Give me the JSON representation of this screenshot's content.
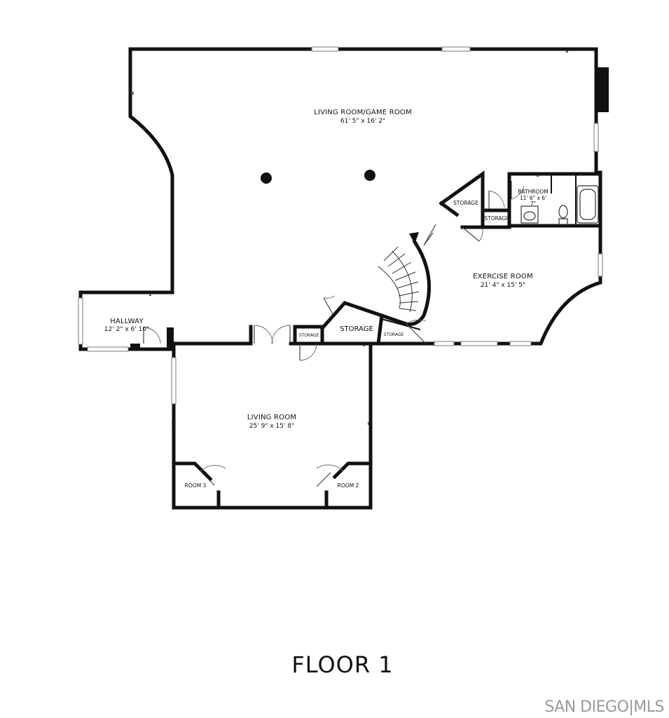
{
  "rooms": {
    "living_game": {
      "name": "LIVING ROOM/GAME ROOM",
      "dims": "61' 5\" x 16' 2\""
    },
    "exercise": {
      "name": "EXERCISE ROOM",
      "dims": "21' 4\" x 15' 5\""
    },
    "hallway": {
      "name": "HALLWAY",
      "dims": "12' 2\" x 6' 10\""
    },
    "living": {
      "name": "LIVING ROOM",
      "dims": "25' 9\" x 15' 8\""
    },
    "bathroom": {
      "name": "BATHROOM",
      "dims_line1": "11' 6\" x 6'",
      "dims_line2": "7\""
    },
    "storage_upper": {
      "name": "STORAGE"
    },
    "storage_small_upper": {
      "name": "STORAGI"
    },
    "storage_main": {
      "name": "STORAGE"
    },
    "storage_closet_left": {
      "name": "STORAGE"
    },
    "storage_closet_right": {
      "name": "STORAGE"
    },
    "room3": {
      "name": "ROOM 3"
    },
    "room2": {
      "name": "ROOM 2"
    }
  },
  "floor_label": "FLOOR 1",
  "watermark": "SAN DIEGO|MLS"
}
